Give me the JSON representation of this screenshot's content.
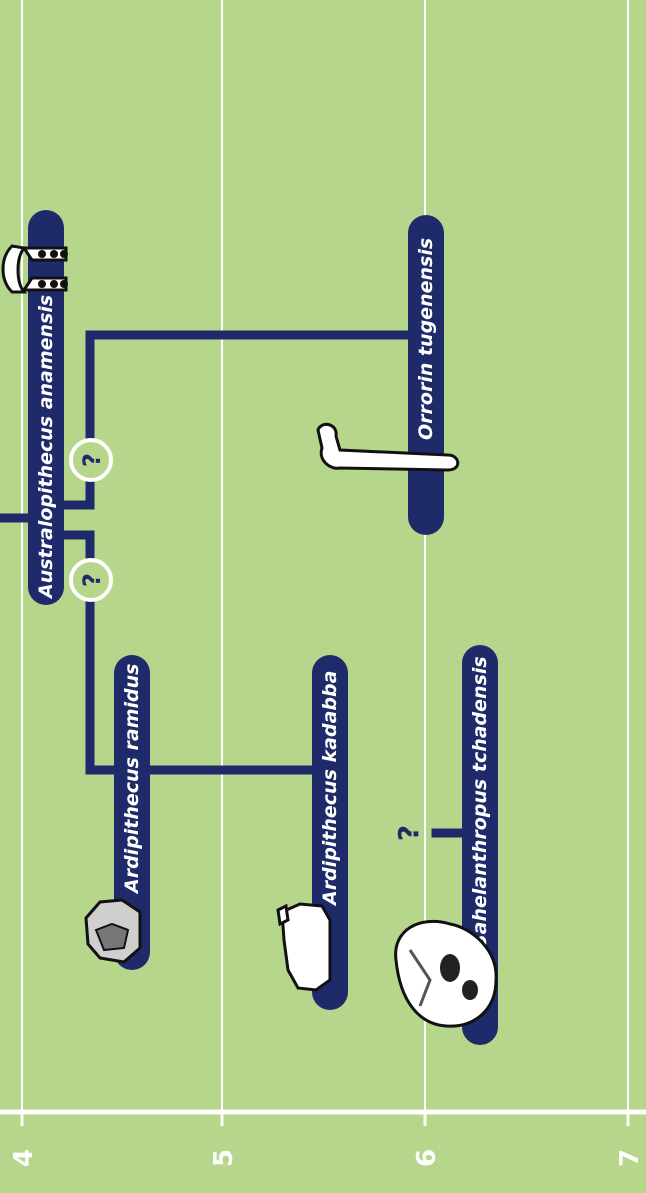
{
  "colors": {
    "background": "#b6d68c",
    "branch": "#1f2a6b",
    "grid": "#ffffff"
  },
  "axis": {
    "ticks": [
      "4",
      "5",
      "6",
      "7"
    ]
  },
  "taxa": [
    {
      "id": "australopithecus-anamensis",
      "label": "Australopithecus anamensis",
      "fossil_icon": "jaw-fossil-icon"
    },
    {
      "id": "orrorin-tugenensis",
      "label": "Orrorin tugenensis",
      "fossil_icon": "femur-fossil-icon"
    },
    {
      "id": "ardipithecus-ramidus",
      "label": "Ardipithecus ramidus",
      "fossil_icon": "tooth-fossil-icon"
    },
    {
      "id": "ardipithecus-kadabba",
      "label": "Ardipithecus kadabba",
      "fossil_icon": "foot-bone-fossil-icon"
    },
    {
      "id": "sahelanthropus-tchadensis",
      "label": "Sahelanthropus tchadensis",
      "fossil_icon": "skull-fossil-icon"
    }
  ],
  "uncertainty_marks": [
    "?",
    "?",
    "?"
  ]
}
